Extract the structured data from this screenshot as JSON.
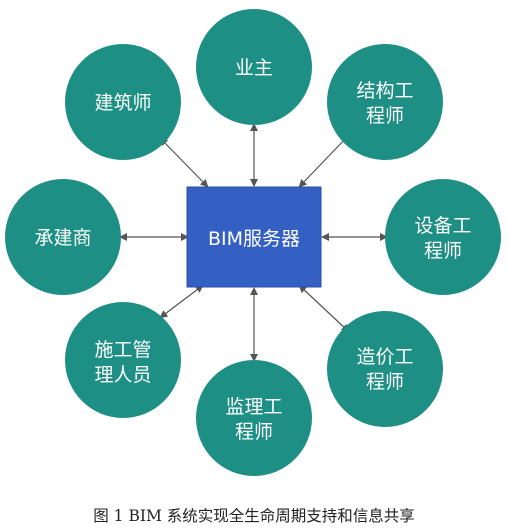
{
  "hub": {
    "label": "BIM服务器"
  },
  "nodes": [
    {
      "id": "owner",
      "lines": [
        "业主"
      ]
    },
    {
      "id": "structural-engineer",
      "lines": [
        "结构工",
        "程师"
      ]
    },
    {
      "id": "equipment-engineer",
      "lines": [
        "设备工",
        "程师"
      ]
    },
    {
      "id": "cost-engineer",
      "lines": [
        "造价工",
        "程师"
      ]
    },
    {
      "id": "supervision-engineer",
      "lines": [
        "监理工",
        "程师"
      ]
    },
    {
      "id": "construction-manager",
      "lines": [
        "施工管",
        "理人员"
      ]
    },
    {
      "id": "contractor",
      "lines": [
        "承建商"
      ]
    },
    {
      "id": "architect",
      "lines": [
        "建筑师"
      ]
    }
  ],
  "caption": "图 1    BIM 系统实现全生命周期支持和信息共享",
  "colors": {
    "node_fill": "#1e8f84",
    "hub_fill": "#3460c4",
    "arrow": "#555555"
  }
}
